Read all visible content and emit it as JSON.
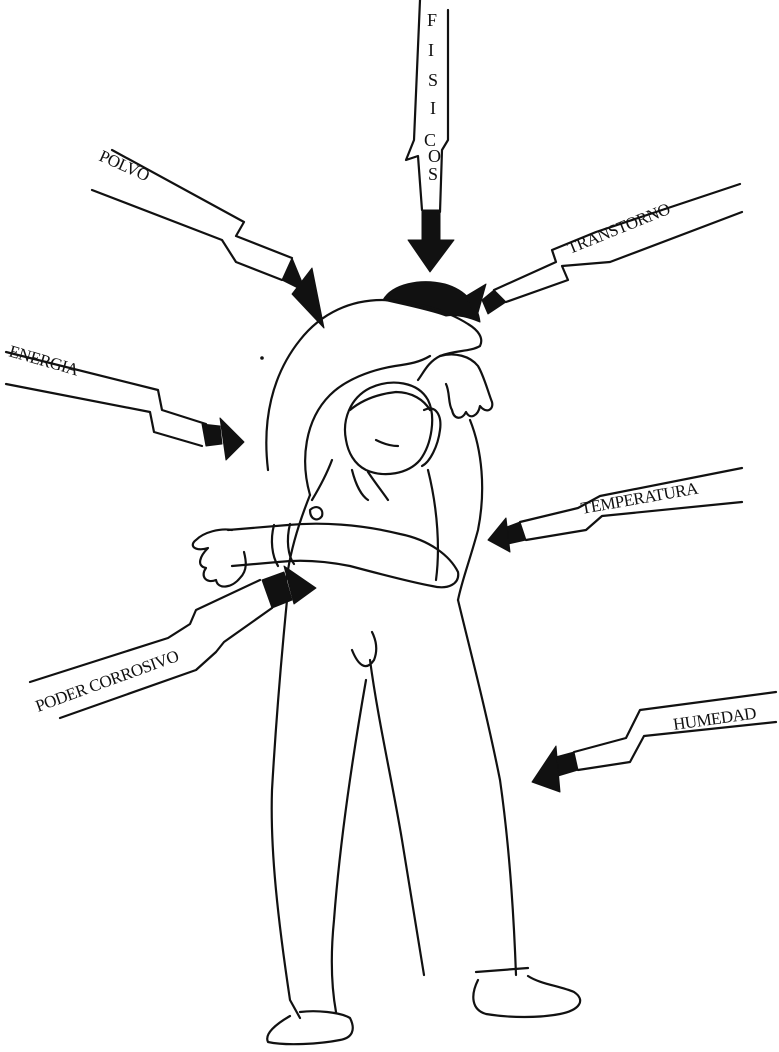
{
  "labels": {
    "fisicos_letters": [
      "F",
      "I",
      "S",
      "I",
      "C",
      "O",
      "S"
    ],
    "polvo": "POLVO",
    "transtorno": "TRANSTORNO",
    "energia": "ENERGIA",
    "temperatura": "TEMPERATURA",
    "poder_corrosivo": "PODER CORROSIVO",
    "humedad": "HUMEDAD"
  },
  "colors": {
    "ink": "#111111",
    "background": "#ffffff"
  }
}
